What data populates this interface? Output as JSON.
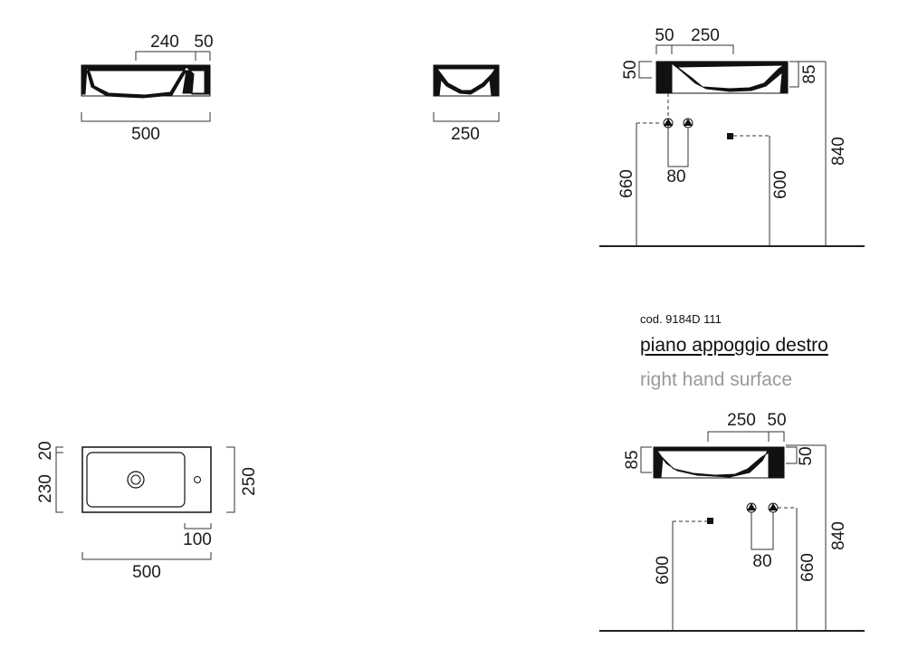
{
  "drawing": {
    "side_view": {
      "dim_top_1": "240",
      "dim_top_2": "50",
      "dim_width": "500"
    },
    "end_view": {
      "dim_depth": "250"
    },
    "plan_view": {
      "dim_left_top": "20",
      "dim_left_main": "230",
      "dim_right": "250",
      "dim_tap_offset": "100",
      "dim_width": "500"
    },
    "elevation_left": {
      "dim_top_1": "50",
      "dim_top_2": "250",
      "dim_left_h": "50",
      "dim_right_h": "85",
      "dim_pipes": "80",
      "dim_h_left": "660",
      "dim_h_mid": "600",
      "dim_h_total": "840"
    },
    "elevation_right": {
      "code": "cod. 9184D 111",
      "title": "piano appoggio destro",
      "subtitle": "right hand surface",
      "dim_top_1": "250",
      "dim_top_2": "50",
      "dim_left_h": "85",
      "dim_right_h": "50",
      "dim_pipes": "80",
      "dim_h_left": "600",
      "dim_h_mid": "660",
      "dim_h_total": "840"
    }
  }
}
